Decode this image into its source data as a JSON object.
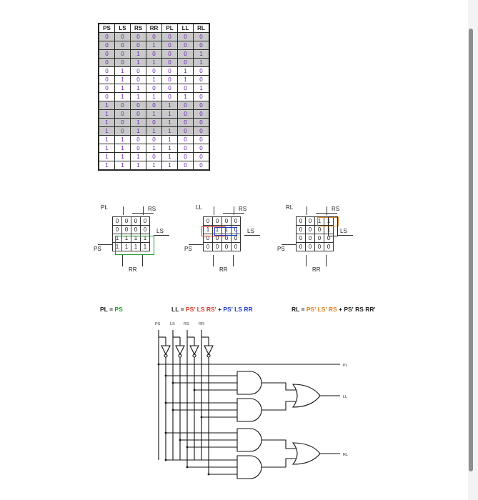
{
  "truth_table": {
    "headers": [
      "PS",
      "LS",
      "RS",
      "RR",
      "PL",
      "LL",
      "RL"
    ],
    "rows": [
      [
        "0",
        "0",
        "0",
        "0",
        "0",
        "0",
        "0"
      ],
      [
        "0",
        "0",
        "0",
        "1",
        "0",
        "0",
        "0"
      ],
      [
        "0",
        "0",
        "1",
        "0",
        "0",
        "0",
        "1"
      ],
      [
        "0",
        "0",
        "1",
        "1",
        "0",
        "0",
        "1"
      ],
      [
        "0",
        "1",
        "0",
        "0",
        "0",
        "1",
        "0"
      ],
      [
        "0",
        "1",
        "0",
        "1",
        "0",
        "1",
        "0"
      ],
      [
        "0",
        "1",
        "1",
        "0",
        "0",
        "0",
        "1"
      ],
      [
        "0",
        "1",
        "1",
        "1",
        "0",
        "1",
        "0"
      ],
      [
        "1",
        "0",
        "0",
        "0",
        "1",
        "0",
        "0"
      ],
      [
        "1",
        "0",
        "0",
        "1",
        "1",
        "0",
        "0"
      ],
      [
        "1",
        "0",
        "1",
        "0",
        "1",
        "0",
        "0"
      ],
      [
        "1",
        "0",
        "1",
        "1",
        "1",
        "0",
        "0"
      ],
      [
        "1",
        "1",
        "0",
        "0",
        "1",
        "0",
        "0"
      ],
      [
        "1",
        "1",
        "0",
        "1",
        "1",
        "0",
        "0"
      ],
      [
        "1",
        "1",
        "1",
        "0",
        "1",
        "0",
        "0"
      ],
      [
        "1",
        "1",
        "1",
        "1",
        "1",
        "0",
        "0"
      ]
    ],
    "shaded_rows": [
      0,
      1,
      2,
      3,
      8,
      9,
      10,
      11
    ]
  },
  "kmaps": [
    {
      "name": "PL",
      "row_var": "LS",
      "col_var": "RS",
      "side_var": "PS",
      "bottom_var": "RR",
      "cells": [
        [
          "0",
          "0",
          "0",
          "0"
        ],
        [
          "0",
          "0",
          "0",
          "0"
        ],
        [
          "1",
          "1",
          "1",
          "1"
        ],
        [
          "1",
          "1",
          "1",
          "1"
        ]
      ],
      "group_colors": [
        "#1f9a2f"
      ]
    },
    {
      "name": "LL",
      "row_var": "LS",
      "col_var": "RS",
      "side_var": "PS",
      "bottom_var": "RR",
      "cells": [
        [
          "0",
          "0",
          "0",
          "0"
        ],
        [
          "1",
          "1",
          "1",
          "0"
        ],
        [
          "0",
          "0",
          "0",
          "0"
        ],
        [
          "0",
          "0",
          "0",
          "0"
        ]
      ],
      "group_colors": [
        "#d9371f",
        "#2240c8"
      ]
    },
    {
      "name": "RL",
      "row_var": "LS",
      "col_var": "RS",
      "side_var": "PS",
      "bottom_var": "RR",
      "cells": [
        [
          "0",
          "0",
          "1",
          "1"
        ],
        [
          "0",
          "0",
          "0",
          "1"
        ],
        [
          "0",
          "0",
          "0",
          "0"
        ],
        [
          "0",
          "0",
          "0",
          "0"
        ]
      ],
      "group_colors": [
        "#e0801c",
        "#222222"
      ]
    }
  ],
  "equations": {
    "pl": {
      "lhs": "PL = ",
      "t1": "PS"
    },
    "ll": {
      "lhs": "LL = ",
      "t1": "PS' LS RS'",
      "plus": " + ",
      "t2": "PS' LS RR"
    },
    "rl": {
      "lhs": "RL = ",
      "t1": "PS' LS' RS",
      "plus": " + ",
      "t2": "PS' RS RR'"
    }
  },
  "circuit": {
    "inputs": [
      "PS",
      "LS",
      "RS",
      "RR"
    ],
    "outputs": [
      "PL",
      "LL",
      "RL"
    ]
  },
  "colors": {
    "truth_values": "#6a20b5",
    "shade": "#c9c9c9",
    "pl_group": "#1f9a2f",
    "ll_group1": "#d9371f",
    "ll_group2": "#2240c8",
    "rl_group1": "#e0801c",
    "rl_group2": "#222222"
  }
}
